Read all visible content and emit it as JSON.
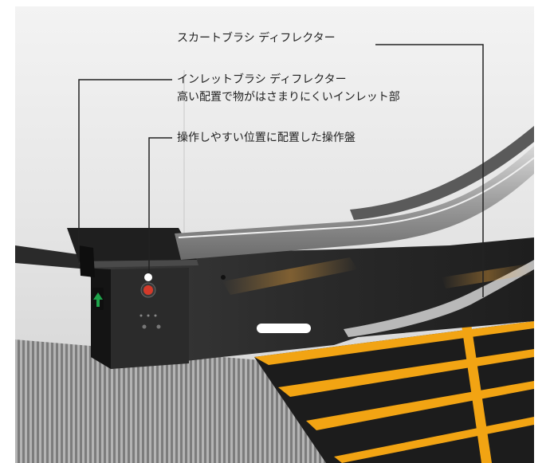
{
  "callouts": {
    "skirt": {
      "label": "スカートブラシ ディフレクター"
    },
    "inlet": {
      "label": "インレットブラシ ディフレクター",
      "sublabel": "高い配置で物がはさまりにくいインレット部"
    },
    "panel": {
      "label": "操作しやすい位置に配置した操作盤"
    }
  },
  "colors": {
    "comb_yellow": "#f2a413",
    "body_dark": "#2e2e2e",
    "handrail": "#9a9a9a",
    "leader_line": "#222222",
    "indicator_green": "#1ea34a",
    "stop_button": "#d43a2a"
  },
  "icons": {
    "direction_indicator": "green-up-arrow-icon",
    "stop_button": "red-stop-button-icon"
  }
}
